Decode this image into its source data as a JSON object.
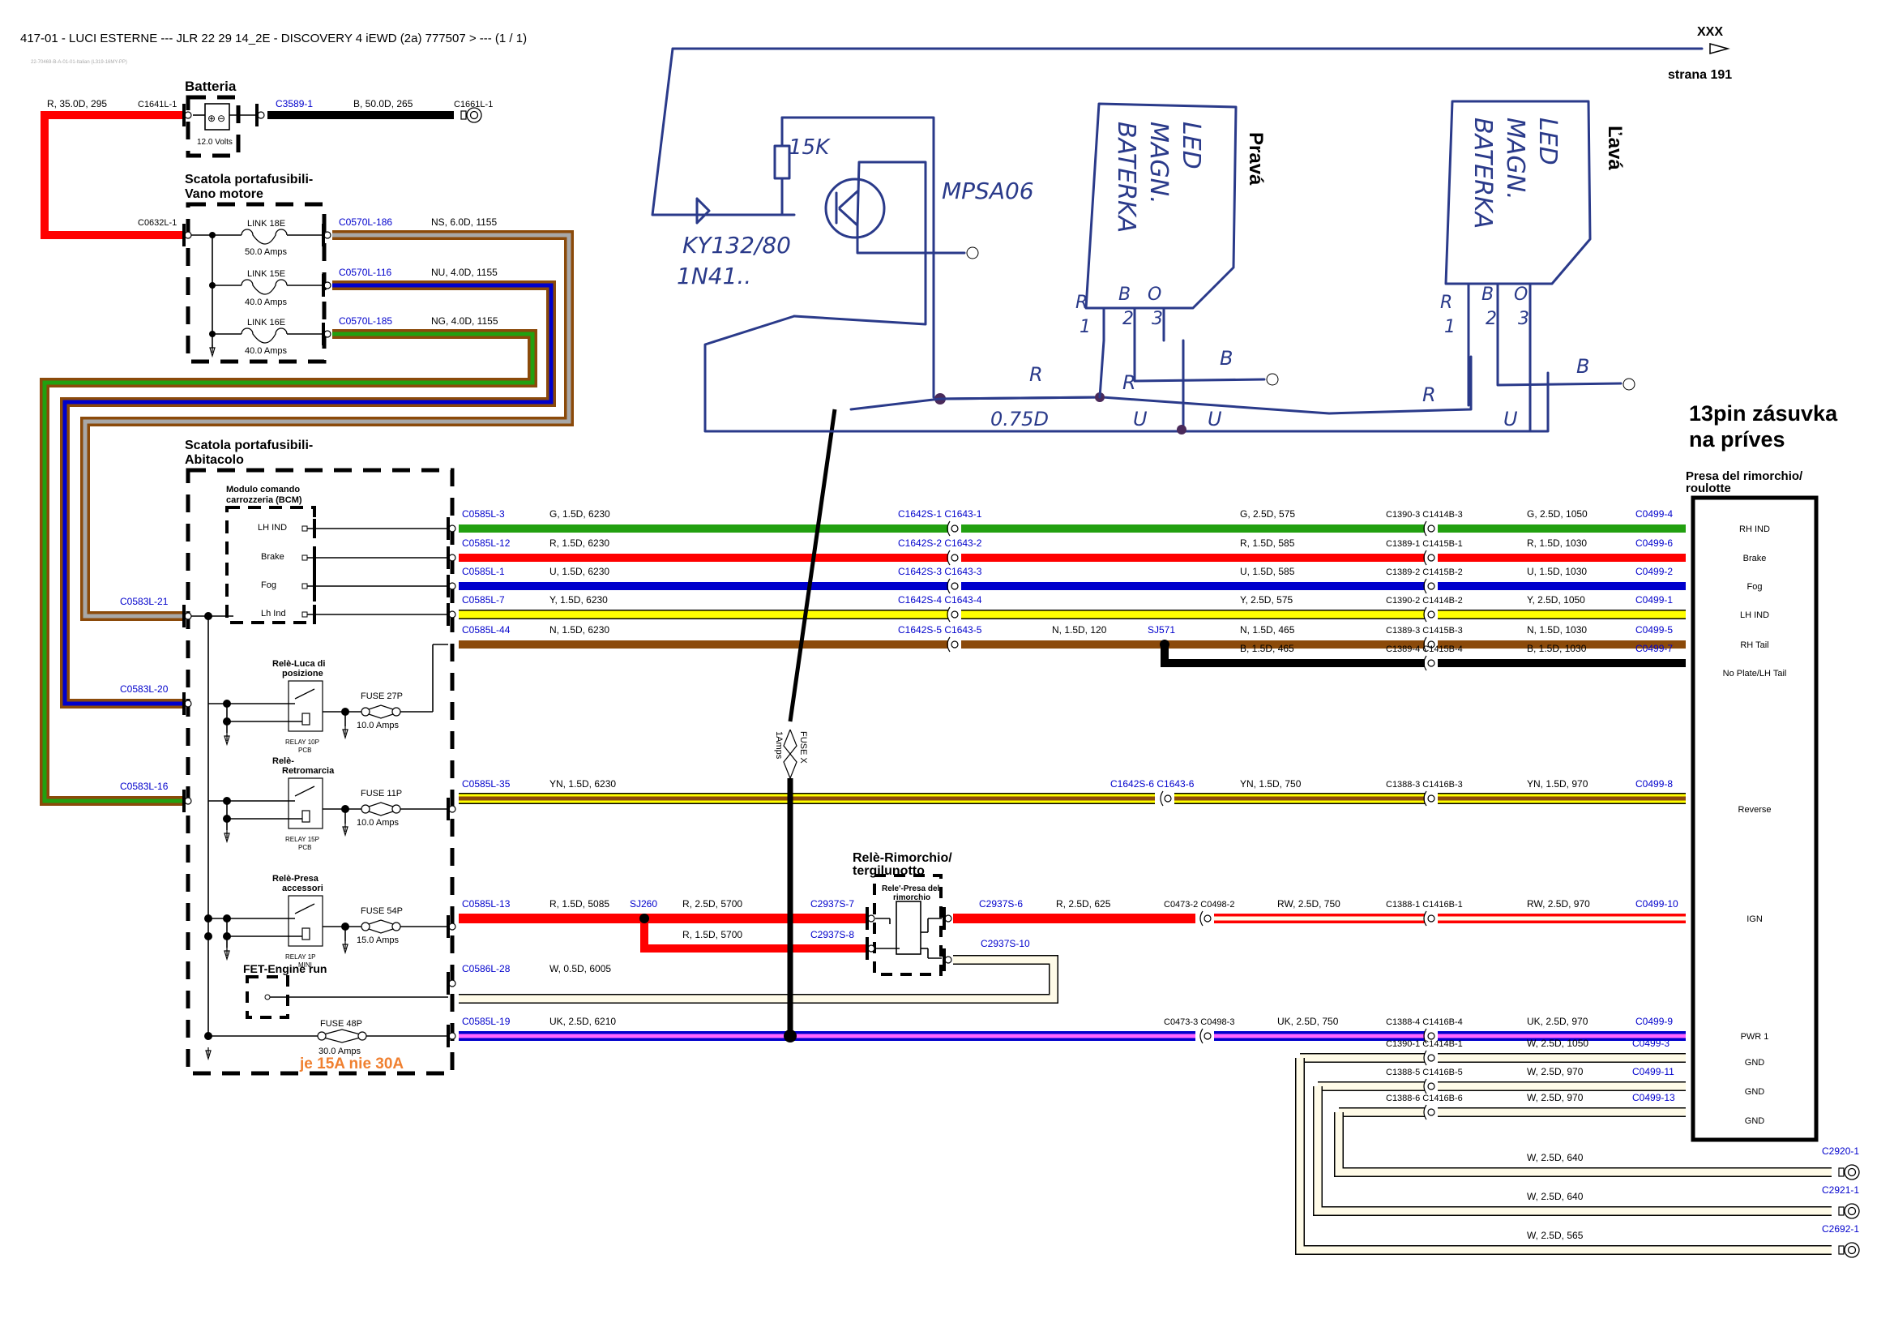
{
  "header": {
    "title": "417-01 - LUCI ESTERNE --- JLR 22 29 14_2E - DISCOVERY 4 iEWD (2a) 777507 > --- (1 / 1)",
    "subtitle": "22-70469-B-A-01-01-Italian (L319-16MY-PP)"
  },
  "offpage": {
    "label": "XXX",
    "page": "strana 191"
  },
  "battery": {
    "title": "Batteria",
    "voltage": "12.0 Volts",
    "left_wire": "R, 35.0D, 295",
    "left_conn": "C1641L-1",
    "right_conn": "C3589-1",
    "right_wire": "B, 50.0D, 265",
    "ground_conn": "C1661L-1"
  },
  "engine_fusebox": {
    "title_1": "Scatola portafusibili-",
    "title_2": "Vano motore",
    "input_conn": "C0632L-1",
    "links": [
      {
        "name": "LINK 18E",
        "rating": "50.0 Amps",
        "conn": "C0570L-186",
        "wire": "NS, 6.0D, 1155"
      },
      {
        "name": "LINK 15E",
        "rating": "40.0 Amps",
        "conn": "C0570L-116",
        "wire": "NU, 4.0D, 1155"
      },
      {
        "name": "LINK 16E",
        "rating": "40.0 Amps",
        "conn": "C0570L-185",
        "wire": "NG, 4.0D, 1155"
      }
    ]
  },
  "cabin_fusebox": {
    "title_1": "Scatola portafusibili-",
    "title_2": "Abitacolo",
    "feed_conns": [
      "C0583L-21",
      "C0583L-20",
      "C0583L-16"
    ],
    "bcm": {
      "title_1": "Modulo comando",
      "title_2": "carrozzeria (BCM)",
      "pins": [
        "LH IND",
        "Brake",
        "Fog",
        "Lh Ind"
      ]
    },
    "relays": [
      {
        "title_1": "Relè-Luca di",
        "title_2": "posizione",
        "type_1": "RELAY 10P",
        "type_2": "PCB",
        "fuse": "FUSE 27P",
        "rating": "10.0 Amps"
      },
      {
        "title_1": "Relè-",
        "title_2": "Retromarcia",
        "type_1": "RELAY 15P",
        "type_2": "PCB",
        "fuse": "FUSE 11P",
        "rating": "10.0 Amps"
      },
      {
        "title_1": "Relè-Presa",
        "title_2": "accessori",
        "type_1": "RELAY 1P",
        "type_2": "MINI",
        "fuse": "FUSE 54P",
        "rating": "15.0 Amps"
      }
    ],
    "fet": "FET-Engine run",
    "fuse48": {
      "name": "FUSE 48P",
      "rating": "30.0 Amps",
      "note": "je 15A nie 30A"
    }
  },
  "trailer_relay": {
    "title_1": "Relè-Rimorchio/",
    "title_2": "tergilunotto",
    "inner_1": "Rele'-Presa del",
    "inner_2": "rimorchio",
    "conns": [
      "C2937S-7",
      "C2937S-8",
      "C2937S-6",
      "C2937S-10"
    ]
  },
  "fuse_x": {
    "name": "FUSE X",
    "rating": "1Amps"
  },
  "socket": {
    "heading_1": "13pin zásuvka",
    "heading_2": "na príves",
    "title_1": "Presa del rimorchio/",
    "title_2": "roulotte",
    "pins": [
      "RH IND",
      "Brake",
      "Fog",
      "LH IND",
      "RH Tail",
      "No Plate/LH Tail",
      "Reverse",
      "IGN",
      "PWR 1",
      "GND",
      "GND",
      "GND"
    ]
  },
  "colors": {
    "G": "#22a010",
    "R": "#ff0000",
    "U": "#0000cc",
    "Y": "#ffff00",
    "N": "#8b4a0a",
    "B": "#000000",
    "W": "#fffbe8",
    "K": "#ff66ff",
    "S": "#a8a8a8",
    "note": "#f08030",
    "conn": "#0000cc",
    "pen": "#2a3a8a"
  },
  "circuits": [
    {
      "id": "rh-ind",
      "start_conn": "C0585L-3",
      "seg1": "G, 1.5D, 6230",
      "mid": [
        "C1642S-1",
        "C1643-1"
      ],
      "seg2": "G, 2.5D, 575",
      "mid2": [
        "C1390-3",
        "C1414B-3"
      ],
      "seg3": "G, 2.5D, 1050",
      "end_conn": "C0499-4",
      "base": "G"
    },
    {
      "id": "brake",
      "start_conn": "C0585L-12",
      "seg1": "R, 1.5D, 6230",
      "mid": [
        "C1642S-2",
        "C1643-2"
      ],
      "seg2": "R, 1.5D, 585",
      "mid2": [
        "C1389-1",
        "C1415B-1"
      ],
      "seg3": "R, 1.5D, 1030",
      "end_conn": "C0499-6",
      "base": "R"
    },
    {
      "id": "fog",
      "start_conn": "C0585L-1",
      "seg1": "U, 1.5D, 6230",
      "mid": [
        "C1642S-3",
        "C1643-3"
      ],
      "seg2": "U, 1.5D, 585",
      "mid2": [
        "C1389-2",
        "C1415B-2"
      ],
      "seg3": "U, 1.5D, 1030",
      "end_conn": "C0499-2",
      "base": "U"
    },
    {
      "id": "lh-ind",
      "start_conn": "C0585L-7",
      "seg1": "Y, 1.5D, 6230",
      "mid": [
        "C1642S-4",
        "C1643-4"
      ],
      "seg2": "Y, 2.5D, 575",
      "mid2": [
        "C1390-2",
        "C1414B-2"
      ],
      "seg3": "Y, 2.5D, 1050",
      "end_conn": "C0499-1",
      "base": "Y"
    },
    {
      "id": "rh-tail",
      "start_conn": "C0585L-44",
      "seg1": "N, 1.5D, 6230",
      "mid": [
        "C1642S-5",
        "C1643-5"
      ],
      "seg1b": "N, 1.5D, 120",
      "splice": "SJ571",
      "seg2": "N, 1.5D, 465",
      "mid2": [
        "C1389-3",
        "C1415B-3"
      ],
      "seg3": "N, 1.5D, 1030",
      "end_conn": "C0499-5",
      "base": "N"
    },
    {
      "id": "lh-tail",
      "seg2": "B, 1.5D, 465",
      "mid2": [
        "C1389-4",
        "C1415B-4"
      ],
      "seg3": "B, 1.5D, 1030",
      "end_conn": "C0499-7",
      "base": "B"
    },
    {
      "id": "reverse",
      "start_conn": "C0585L-35",
      "seg1": "YN, 1.5D, 6230",
      "mid": [
        "C1642S-6",
        "C1643-6"
      ],
      "seg2": "YN, 1.5D, 750",
      "mid2": [
        "C1388-3",
        "C1416B-3"
      ],
      "seg3": "YN, 1.5D, 970",
      "end_conn": "C0499-8",
      "base": "Y",
      "stripe": "N"
    },
    {
      "id": "ign",
      "start_conn": "C0585L-13",
      "seg1": "R, 1.5D, 5085",
      "splice": "SJ260",
      "seg1b": "R, 2.5D, 5700",
      "seg1c": "R, 1.5D, 5700",
      "seg_relay": "R, 2.5D, 625",
      "mid": [
        "C0473-2",
        "C0498-2"
      ],
      "seg2": "RW, 2.5D, 750",
      "mid2": [
        "C1388-1",
        "C1416B-1"
      ],
      "seg3": "RW, 2.5D, 970",
      "end_conn": "C0499-10",
      "base": "R",
      "stripe": "W"
    },
    {
      "id": "engine-run",
      "start_conn": "C0586L-28",
      "seg1": "W, 0.5D, 6005",
      "base": "W"
    },
    {
      "id": "pwr1",
      "start_conn": "C0585L-19",
      "seg1": "UK, 2.5D, 6210",
      "mid": [
        "C0473-3",
        "C0498-3"
      ],
      "seg2": "UK, 2.5D, 750",
      "mid2": [
        "C1388-4",
        "C1416B-4"
      ],
      "seg3": "UK, 2.5D, 970",
      "end_conn": "C0499-9",
      "base": "U",
      "stripe": "K"
    }
  ],
  "grounds": [
    {
      "mid2": [
        "C1390-1",
        "C1414B-1"
      ],
      "wire": "W, 2.5D, 1050",
      "end_conn": "C0499-3"
    },
    {
      "mid2": [
        "C1388-5",
        "C1416B-5"
      ],
      "wire": "W, 2.5D, 970",
      "end_conn": "C0499-11"
    },
    {
      "mid2": [
        "C1388-6",
        "C1416B-6"
      ],
      "wire": "W, 2.5D, 970",
      "end_conn": "C0499-13"
    }
  ],
  "ground_points": [
    {
      "wire": "W, 2.5D, 640",
      "conn": "C2920-1"
    },
    {
      "wire": "W, 2.5D, 640",
      "conn": "C2921-1"
    },
    {
      "wire": "W, 2.5D, 565",
      "conn": "C2692-1"
    }
  ],
  "handwritten": {
    "resistor": "15K",
    "transistor": "MPSA06",
    "diode_1": "KY132/80",
    "diode_2": "1N41..",
    "wire_gauge": "0.75D",
    "led_text": [
      "LED",
      "MAGN.",
      "BATERKA"
    ],
    "right_label": "Pravá",
    "left_label": "Ľavá",
    "pin_labels": [
      "R",
      "1",
      "B",
      "2",
      "O",
      "3"
    ],
    "wire_letters": {
      "red": "R",
      "blue": "U",
      "black": "B"
    }
  }
}
